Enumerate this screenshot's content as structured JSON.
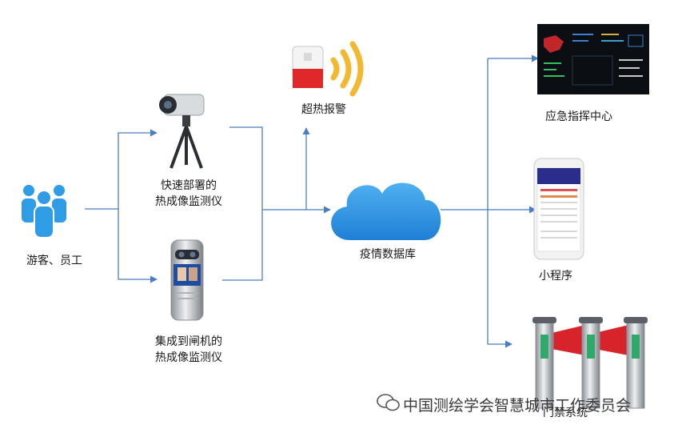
{
  "nodes": {
    "people": "游客、员工",
    "fast_camera": "快速部署的\n热成像监测仪",
    "gate_camera": "集成到闸机的\n热成像监测仪",
    "alarm": "超热报警",
    "database": "疫情数据库",
    "command_center": "应急指挥中心",
    "mini_program": "小程序",
    "gate_system": "门禁系统"
  },
  "watermark": "中国测绘学会智慧城市工作委员会",
  "colors": {
    "arrow": "#4a7ec4",
    "people": "#2f9ce6",
    "cloud": "#2c8fe0",
    "alarm_red": "#e0282a",
    "signal_yellow": "#f2b830",
    "flap_red": "#d7242a"
  }
}
